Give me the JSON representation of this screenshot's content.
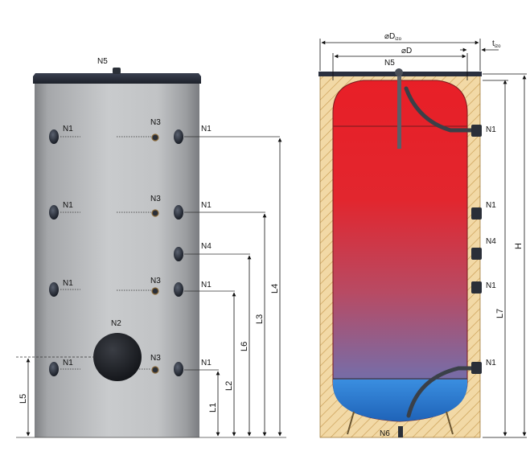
{
  "left_view": {
    "labels": {
      "n5": "N5",
      "n1": "N1",
      "n3": "N3",
      "n4": "N4",
      "n2": "N2"
    },
    "dimensions": {
      "l1": "L1",
      "l2": "L2",
      "l3": "L3",
      "l4": "L4",
      "l5": "L5",
      "l6": "L6"
    }
  },
  "right_view": {
    "labels": {
      "n5": "N5",
      "n6": "N6",
      "n1": "N1",
      "n4": "N4"
    },
    "dimensions": {
      "d_iso": "⌀D",
      "d_iso_sub": "izo",
      "d": "⌀D",
      "t_iso": "t",
      "t_iso_sub": "izo",
      "h": "H",
      "l7": "L7"
    }
  },
  "colors": {
    "tank_grey": "#a9a9a9",
    "hot_water": "#e8262c",
    "cold_water": "#2d7fd4",
    "insulation": "#f1d6a0",
    "lid": "#2a2f3d"
  }
}
